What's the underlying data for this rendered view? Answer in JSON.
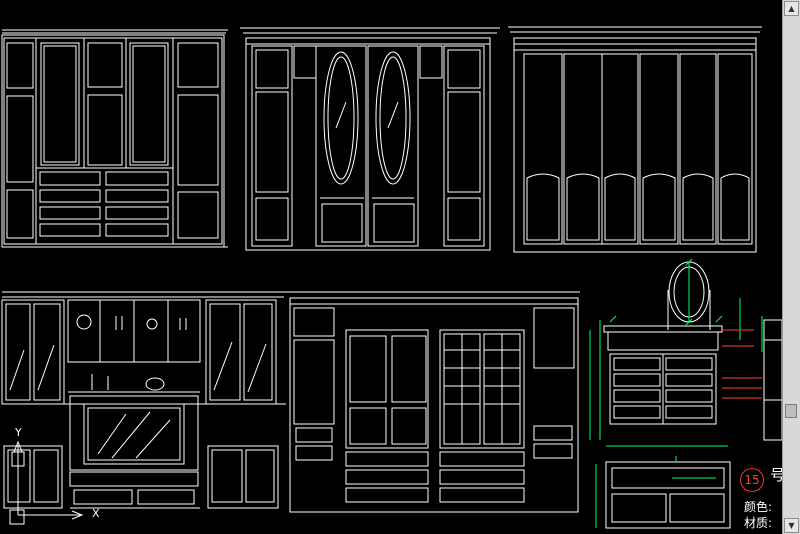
{
  "drawing": {
    "axis_y_label": "Y",
    "axis_x_label": "X",
    "detail_number": "15",
    "title_fragment": "号",
    "color_label": "颜色:",
    "material_label": "材质: "
  },
  "colors": {
    "background": "#000000",
    "line": "#ffffff",
    "dimension": "#00ff66",
    "annotation": "#ff3b3b",
    "hint_text": "#9aa0a6"
  },
  "icons": {
    "ucs_icon": "ucs-axis-icon"
  }
}
